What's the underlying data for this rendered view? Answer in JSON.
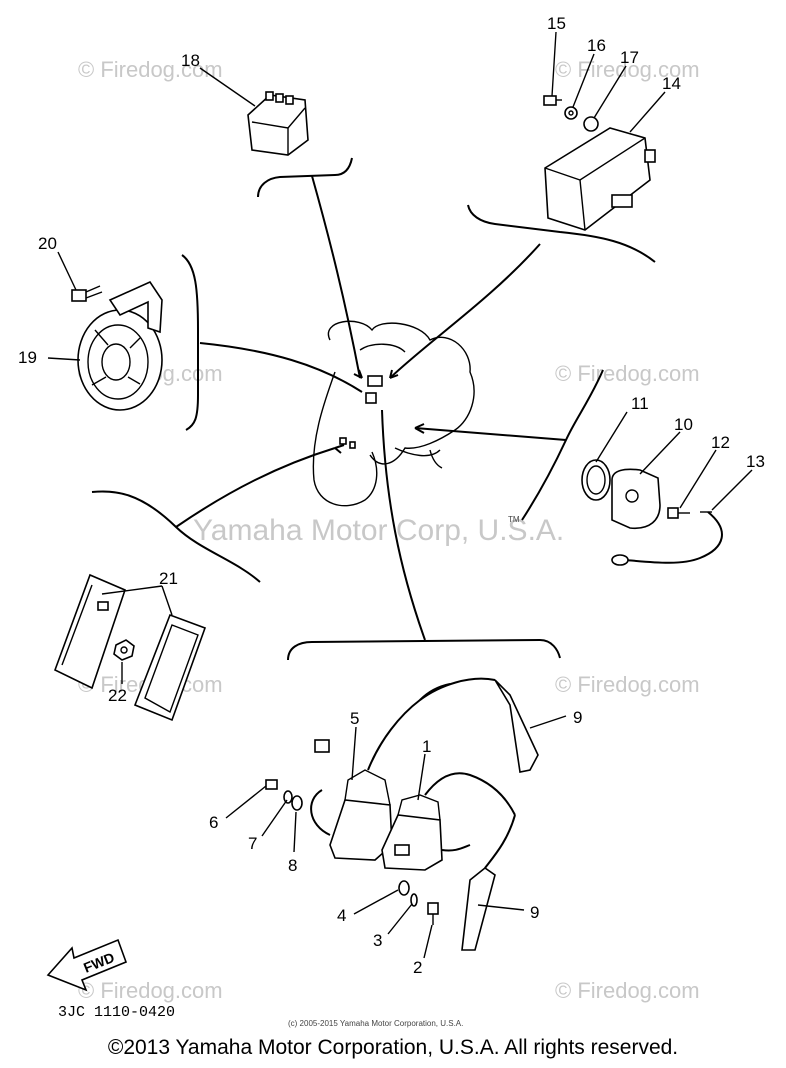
{
  "watermarks": {
    "site": "© Firedog.com",
    "company": "Yamaha Motor Corp, U.S.A.",
    "tm": "TM"
  },
  "callouts": {
    "c1": "1",
    "c2": "2",
    "c3": "3",
    "c4": "4",
    "c5": "5",
    "c6": "6",
    "c7": "7",
    "c8": "8",
    "c9a": "9",
    "c9b": "9",
    "c10": "10",
    "c11": "11",
    "c12": "12",
    "c13": "13",
    "c14": "14",
    "c15": "15",
    "c16": "16",
    "c17": "17",
    "c18": "18",
    "c19": "19",
    "c20": "20",
    "c21": "21",
    "c22": "22"
  },
  "fwd_label": "FWD",
  "part_code": "3JC 1110-0420",
  "fine_print": "(c) 2005-2015 Yamaha Motor Corporation, U.S.A.",
  "copyright": "©2013 Yamaha Motor Corporation, U.S.A. All rights reserved."
}
